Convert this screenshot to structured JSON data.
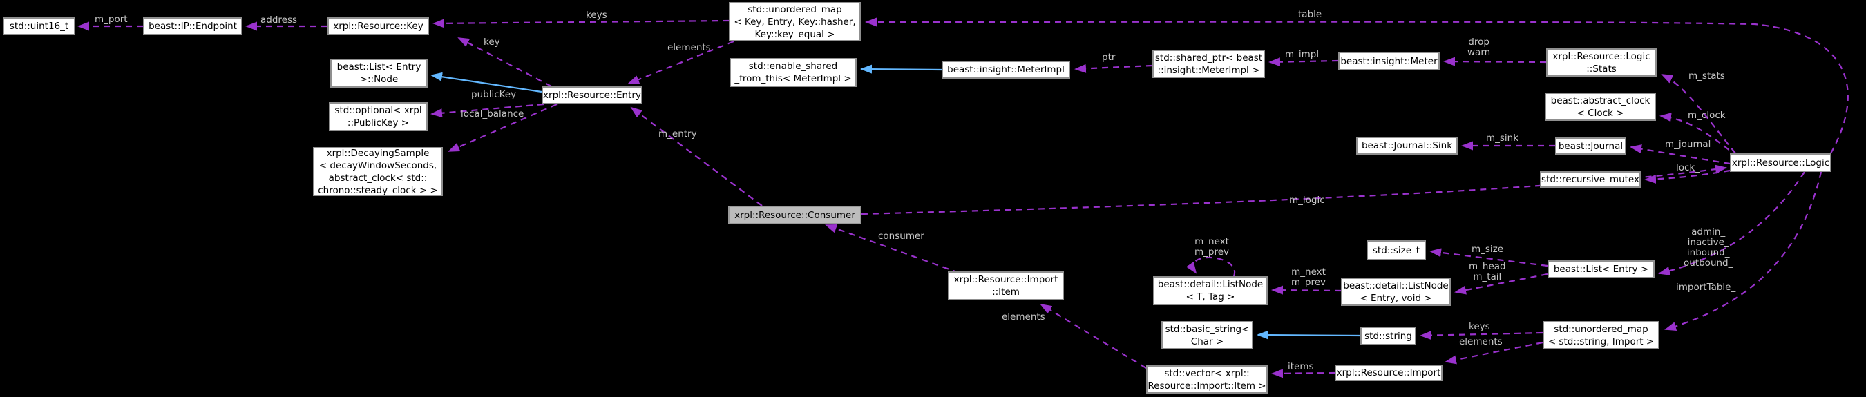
{
  "diagram_type": "doxygen-collaboration-graph",
  "colors": {
    "background": "#000000",
    "node_fill": "#ffffff",
    "node_border": "#8f8f8f",
    "node_text": "#000000",
    "highlighted_node_fill": "#bdbdbd",
    "usage_edge": "#9a32cd",
    "inheritance_edge": "#63b8ff",
    "edge_label_text": "#c6c6c6"
  },
  "nodes": [
    {
      "id": "uint16",
      "label": "std::uint16_t"
    },
    {
      "id": "endpoint",
      "label": "beast::IP::Endpoint"
    },
    {
      "id": "key",
      "label": "xrpl::Resource::Key"
    },
    {
      "id": "list_node",
      "label": "beast::List< Entry\n>::Node"
    },
    {
      "id": "optional",
      "label": "std::optional< xrpl\n::PublicKey >"
    },
    {
      "id": "decaying",
      "label": "xrpl::DecayingSample\n< decayWindowSeconds,\nabstract_clock< std::\nchrono::steady_clock > >"
    },
    {
      "id": "entry",
      "label": "xrpl::Resource::Entry"
    },
    {
      "id": "umap_key",
      "label": "std::unordered_map\n< Key, Entry, Key::hasher,\nKey::key_equal >"
    },
    {
      "id": "enable_shared",
      "label": "std::enable_shared\n_from_this< MeterImpl >"
    },
    {
      "id": "meterimpl",
      "label": "beast::insight::MeterImpl"
    },
    {
      "id": "shared_ptr",
      "label": "std::shared_ptr< beast\n::insight::MeterImpl >"
    },
    {
      "id": "meter",
      "label": "beast::insight::Meter"
    },
    {
      "id": "stats",
      "label": "xrpl::Resource::Logic\n::Stats"
    },
    {
      "id": "abs_clock",
      "label": "beast::abstract_clock\n< Clock >"
    },
    {
      "id": "sink",
      "label": "beast::Journal::Sink"
    },
    {
      "id": "journal",
      "label": "beast::Journal"
    },
    {
      "id": "rec_mutex",
      "label": "std::recursive_mutex"
    },
    {
      "id": "logic",
      "label": "xrpl::Resource::Logic"
    },
    {
      "id": "consumer",
      "label": "xrpl::Resource::Consumer"
    },
    {
      "id": "item",
      "label": "xrpl::Resource::Import\n::Item"
    },
    {
      "id": "listnode_ttag",
      "label": "beast::detail::ListNode\n< T, Tag >"
    },
    {
      "id": "listnode_ev",
      "label": "beast::detail::ListNode\n< Entry, void >"
    },
    {
      "id": "size_t",
      "label": "std::size_t"
    },
    {
      "id": "list_entry",
      "label": "beast::List< Entry >"
    },
    {
      "id": "basic_string",
      "label": "std::basic_string<\nChar >"
    },
    {
      "id": "string",
      "label": "std::string"
    },
    {
      "id": "umap_import",
      "label": "std::unordered_map\n< std::string, Import >"
    },
    {
      "id": "vector",
      "label": "std::vector< xrpl::\nResource::Import::Item >"
    },
    {
      "id": "import",
      "label": "xrpl::Resource::Import"
    }
  ],
  "edges": [
    {
      "from": "endpoint",
      "to": "uint16",
      "label": "m_port",
      "type": "usage"
    },
    {
      "from": "key",
      "to": "endpoint",
      "label": "address",
      "type": "usage"
    },
    {
      "from": "umap_key",
      "to": "key",
      "label": "keys",
      "type": "usage"
    },
    {
      "from": "entry",
      "to": "key",
      "label": "key",
      "type": "usage"
    },
    {
      "from": "umap_key",
      "to": "entry",
      "label": "elements",
      "type": "usage"
    },
    {
      "from": "entry",
      "to": "list_node",
      "label": "",
      "type": "inheritance"
    },
    {
      "from": "entry",
      "to": "optional",
      "label": "publicKey",
      "type": "usage"
    },
    {
      "from": "entry",
      "to": "decaying",
      "label": "local_balance",
      "type": "usage"
    },
    {
      "from": "consumer",
      "to": "entry",
      "label": "m_entry",
      "type": "usage"
    },
    {
      "from": "logic",
      "to": "umap_key",
      "label": "table_",
      "type": "usage"
    },
    {
      "from": "meterimpl",
      "to": "enable_shared",
      "label": "",
      "type": "inheritance"
    },
    {
      "from": "shared_ptr",
      "to": "meterimpl",
      "label": "ptr",
      "type": "usage"
    },
    {
      "from": "meter",
      "to": "shared_ptr",
      "label": "m_impl",
      "type": "usage"
    },
    {
      "from": "stats",
      "to": "meter",
      "label": "drop\nwarn",
      "type": "usage"
    },
    {
      "from": "logic",
      "to": "stats",
      "label": "m_stats",
      "type": "usage"
    },
    {
      "from": "logic",
      "to": "abs_clock",
      "label": "m_clock",
      "type": "usage"
    },
    {
      "from": "journal",
      "to": "sink",
      "label": "m_sink",
      "type": "usage"
    },
    {
      "from": "logic",
      "to": "journal",
      "label": "m_journal",
      "type": "usage"
    },
    {
      "from": "logic",
      "to": "rec_mutex",
      "label": "lock_",
      "type": "usage"
    },
    {
      "from": "consumer",
      "to": "logic",
      "label": "m_logic",
      "type": "usage"
    },
    {
      "from": "item",
      "to": "consumer",
      "label": "consumer",
      "type": "usage"
    },
    {
      "from": "listnode_ttag",
      "to": "listnode_ttag",
      "label": "m_next\nm_prev",
      "type": "usage"
    },
    {
      "from": "listnode_ev",
      "to": "listnode_ttag",
      "label": "m_next\nm_prev",
      "type": "usage"
    },
    {
      "from": "list_entry",
      "to": "size_t",
      "label": "m_size",
      "type": "usage"
    },
    {
      "from": "list_entry",
      "to": "listnode_ev",
      "label": "m_head\nm_tail",
      "type": "usage"
    },
    {
      "from": "logic",
      "to": "list_entry",
      "label": "admin_\ninactive_\ninbound_\noutbound_",
      "type": "usage"
    },
    {
      "from": "logic",
      "to": "umap_import",
      "label": "importTable_",
      "type": "usage"
    },
    {
      "from": "umap_import",
      "to": "string",
      "label": "keys",
      "type": "usage"
    },
    {
      "from": "umap_import",
      "to": "import",
      "label": "elements",
      "type": "usage"
    },
    {
      "from": "import",
      "to": "vector",
      "label": "items",
      "type": "usage"
    },
    {
      "from": "vector",
      "to": "item",
      "label": "elements",
      "type": "usage"
    },
    {
      "from": "string",
      "to": "basic_string",
      "label": "",
      "type": "inheritance"
    }
  ]
}
